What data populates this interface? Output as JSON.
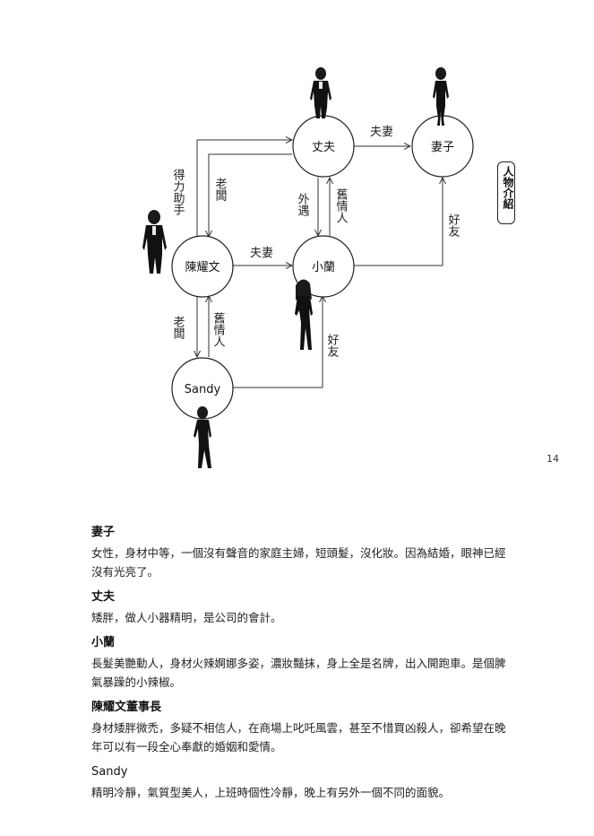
{
  "page_number": "14",
  "section_tag": "人物介紹",
  "nodes": {
    "husband": "丈夫",
    "wife": "妻子",
    "chen": "陳耀文",
    "xiaolan": "小蘭",
    "sandy": "Sandy"
  },
  "relations": {
    "husband_wife": "夫妻",
    "chen_xiaolan": "夫妻",
    "husband_chen_assistant": "得力助手",
    "husband_chen_boss": "老闆",
    "husband_xiaolan_affair": "外遇",
    "husband_xiaolan_ex": "舊情人",
    "wife_xiaolan_friend": "好友",
    "chen_sandy_boss": "老闆",
    "chen_sandy_ex": "舊情人",
    "xiaolan_sandy_friend": "好友"
  },
  "characters": [
    {
      "name": "妻子",
      "description": "女性，身材中等，一個沒有聲音的家庭主婦，短頭髮，沒化妝。因為結婚，眼神已經沒有光亮了。"
    },
    {
      "name": "丈夫",
      "description": "矮胖，做人小器精明，是公司的會計。"
    },
    {
      "name": "小蘭",
      "description": "長髮美艷動人，身材火辣婀娜多姿，濃妝豔抹，身上全是名牌，出入開跑車。是個脾氣暴躁的小辣椒。"
    },
    {
      "name": "陳耀文董事長",
      "description": "身材矮胖微禿，多疑不相信人，在商場上叱吒風雲，甚至不惜買凶殺人，卻希望在晚年可以有一段全心奉獻的婚姻和愛情。"
    },
    {
      "name": "Sandy",
      "description": "精明冷靜，氣質型美人，上班時個性冷靜，晚上有另外一個不同的面貌。"
    }
  ]
}
